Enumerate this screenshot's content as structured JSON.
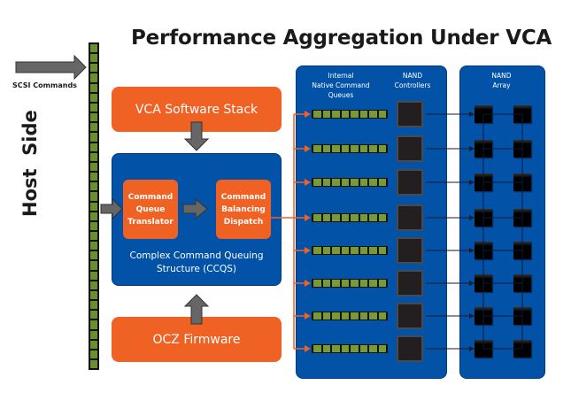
{
  "title": "Performance Aggregation Under VCA",
  "host": {
    "side_label": "Host  Side",
    "input_label": "SCSI Commands",
    "host_queue_slots": 33
  },
  "software": {
    "stack_label": "VCA Software Stack",
    "firmware_label": "OCZ Firmware"
  },
  "ccqs": {
    "label_line1": "Complex Command Queuing",
    "label_line2": "Structure (CCQS)",
    "translator": [
      "Command",
      "Queue",
      "Translator"
    ],
    "dispatch": [
      "Command",
      "Balancing",
      "Dispatch"
    ]
  },
  "ncq_panel": {
    "queues_heading": [
      "Internal",
      "Native Command",
      "Queues"
    ],
    "controllers_heading": [
      "NAND",
      "Controllers"
    ],
    "queue_count": 8,
    "slots_per_queue": 8
  },
  "nand_array": {
    "heading": [
      "NAND",
      "Array"
    ],
    "rows": 8,
    "columns": 2
  },
  "colors": {
    "orange": "#f06124",
    "blue": "#0253a8",
    "green": "#7a9a34",
    "arrow_gray": "#666666"
  }
}
